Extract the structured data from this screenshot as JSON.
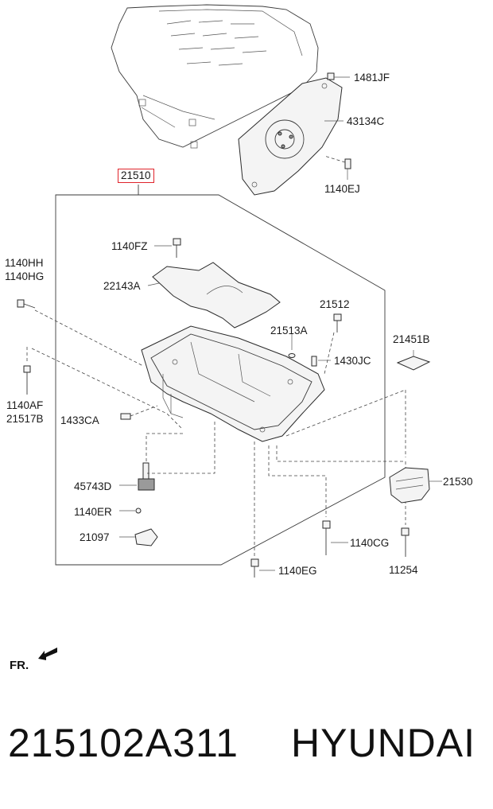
{
  "labels": {
    "p1481JF": "1481JF",
    "p43134C": "43134C",
    "p1140EJ": "1140EJ",
    "p21510": "21510",
    "p1140FZ": "1140FZ",
    "p22143A": "22143A",
    "p1140HH": "1140HH",
    "p1140HG": "1140HG",
    "p21512": "21512",
    "p21513A": "21513A",
    "p21451B": "21451B",
    "p1430JC": "1430JC",
    "p1140AF": "1140AF",
    "p21517B": "21517B",
    "p1433CA": "1433CA",
    "p45743D": "45743D",
    "p21530": "21530",
    "p1140ER": "1140ER",
    "p21097": "21097",
    "p1140CG": "1140CG",
    "p11254": "11254",
    "p1140EG": "1140EG"
  },
  "highlight_color": "#e0242b",
  "orientation": {
    "text": "FR.",
    "icon": "front-arrow-icon"
  },
  "footer": {
    "part_number": "215102A311",
    "brand": "HYUNDAI"
  }
}
